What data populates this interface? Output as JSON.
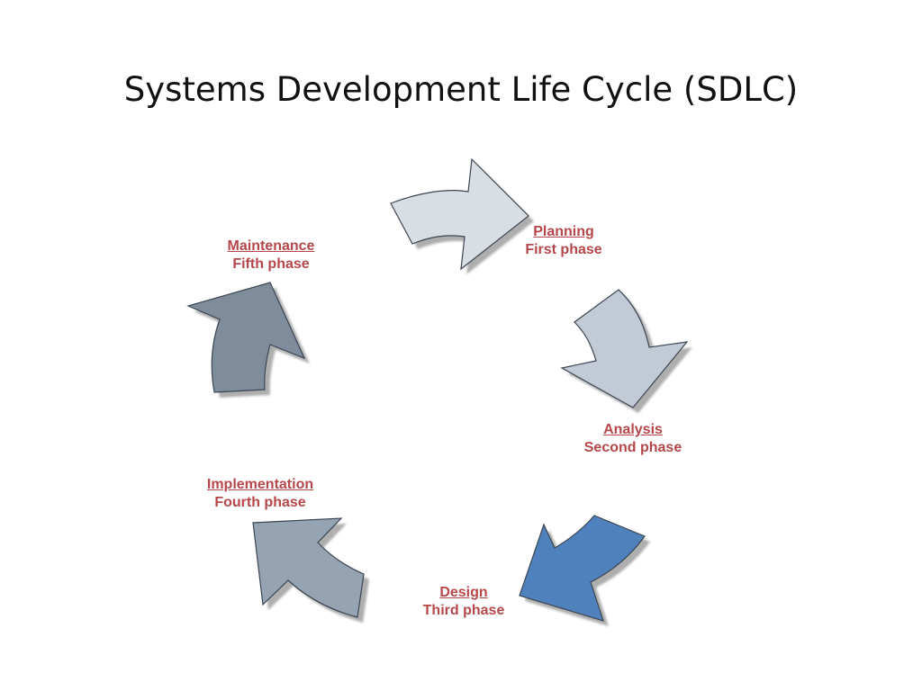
{
  "slide": {
    "title": "Systems Development Life Cycle (SDLC)"
  },
  "phases": [
    {
      "name": "Planning",
      "description": "First phase",
      "arrow_color": "#d9dee4"
    },
    {
      "name": "Analysis",
      "description": "Second phase",
      "arrow_color": "#c2cad5"
    },
    {
      "name": "Design",
      "description": "Third phase",
      "arrow_color": "#4f81bd"
    },
    {
      "name": "Implementation",
      "description": "Fourth phase",
      "arrow_color": "#95a3b3"
    },
    {
      "name": "Maintenance",
      "description": "Fifth phase",
      "arrow_color": "#7f8c9c"
    }
  ],
  "style": {
    "label_color": "#b5474b",
    "arrow_stroke": "#3c4652"
  }
}
